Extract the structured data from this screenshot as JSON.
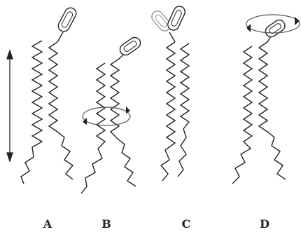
{
  "panels": [
    {
      "label": "A"
    },
    {
      "label": "B"
    },
    {
      "label": "C"
    },
    {
      "label": "D"
    }
  ],
  "colors": {
    "stroke": "#222222",
    "head_fill": "#ffffff",
    "ellipse": "#555555"
  }
}
